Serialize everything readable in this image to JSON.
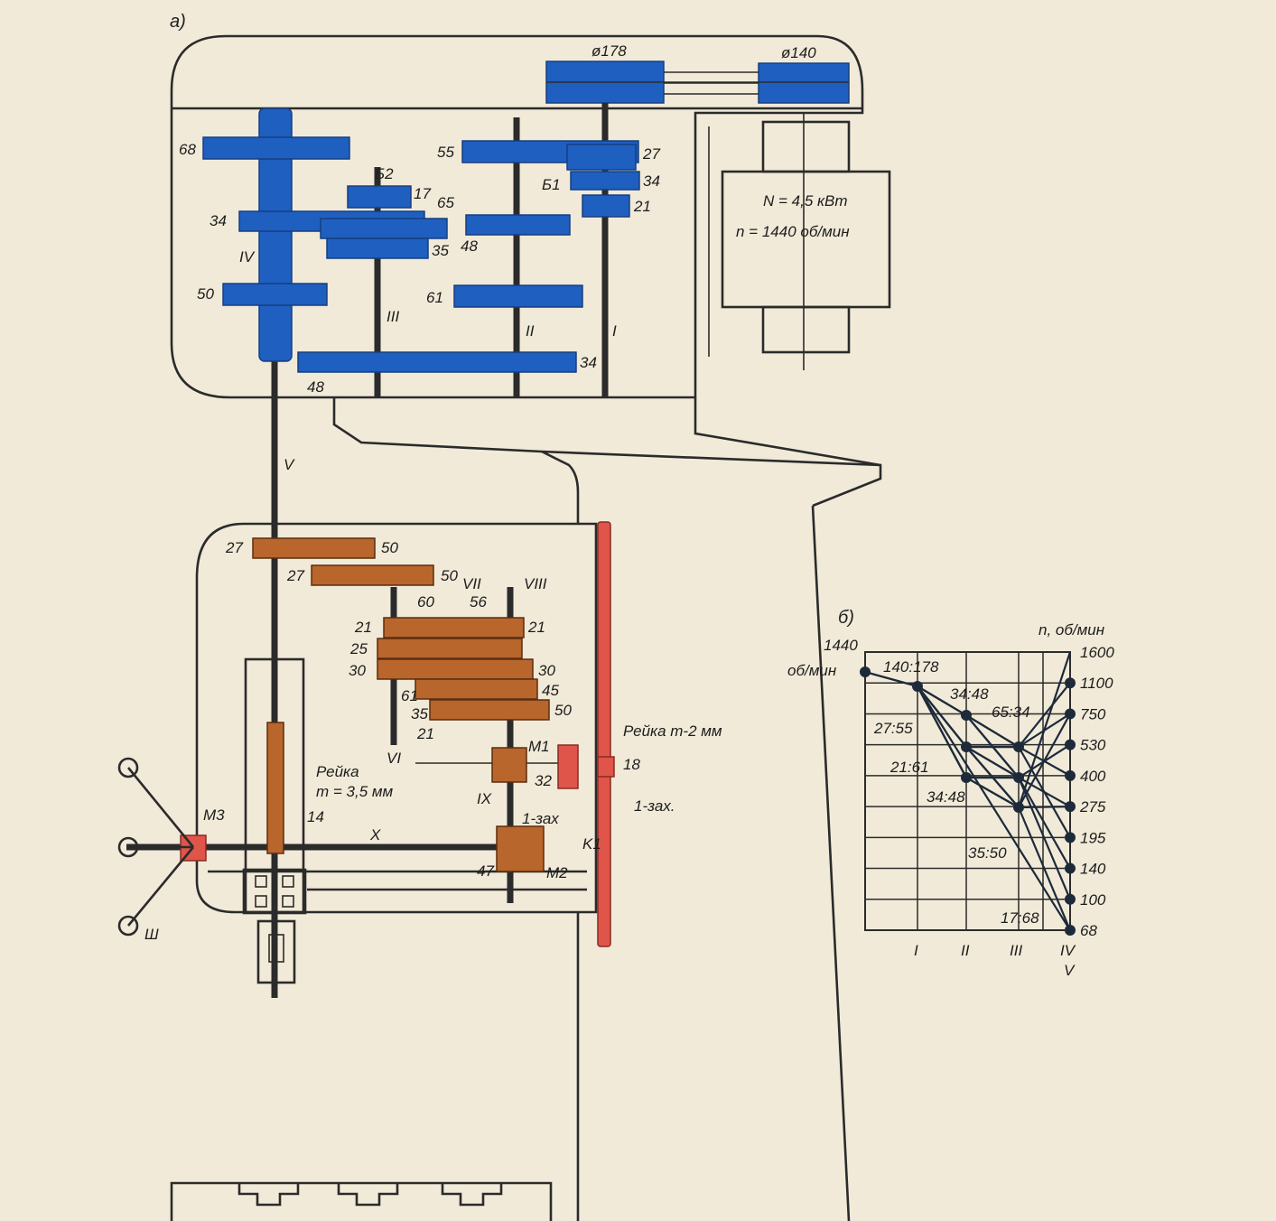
{
  "panel_labels": {
    "a": "а)",
    "b": "б)"
  },
  "motor": {
    "power": "N = 4,5 кВт",
    "speed": "n = 1440 об/мин"
  },
  "pulleys": {
    "p1": "ø178",
    "p2": "ø140"
  },
  "gearbox_labels": {
    "g68": "68",
    "g34a": "34",
    "g50a": "50",
    "g48": "48",
    "g17": "17",
    "g65": "65",
    "g35": "35",
    "b2": "Б2",
    "g55": "55",
    "g48b": "48",
    "g61": "61",
    "g34b": "34",
    "g27": "27",
    "g34c": "34",
    "g21": "21",
    "b1": "Б1"
  },
  "shaft_labels": {
    "I": "I",
    "II": "II",
    "III": "III",
    "IV": "IV",
    "V": "V",
    "VI": "VI",
    "VII": "VII",
    "VIII": "VIII",
    "IX": "IX",
    "X": "X",
    "W": "Ш"
  },
  "feed_labels": {
    "f27a": "27",
    "f50a": "50",
    "f27b": "27",
    "f50b": "50",
    "f60": "60",
    "f56": "56",
    "r21": "21",
    "r25": "25",
    "r30": "30",
    "r61": "61",
    "r35": "35",
    "r21b": "21",
    "r30b": "30",
    "r45": "45",
    "r50": "50",
    "r21c": "21",
    "m1": "M1",
    "m2": "M2",
    "m3": "M3",
    "g32": "32",
    "g18": "18",
    "g14": "14",
    "g47": "47",
    "k1": "K1",
    "rack1": "Рейка m-2 мм",
    "rack2a": "Рейка",
    "rack2b": "m = 3,5 мм",
    "one_start1": "1-зах",
    "one_start2": "1-зах."
  },
  "chart": {
    "input_speed": "1440",
    "input_unit": "об/мин",
    "axis_title": "n, об/мин",
    "speeds": [
      "1600",
      "1100",
      "750",
      "530",
      "400",
      "275",
      "195",
      "140",
      "100",
      "68"
    ],
    "shafts": [
      "I",
      "II",
      "III",
      "IV",
      "V"
    ],
    "ratios": {
      "r140_178": "140:178",
      "r27_55": "27:55",
      "r21_61": "21:61",
      "r34_48a": "34:48",
      "r65_34": "65:34",
      "r34_48b": "34:48",
      "r35_50": "35:50",
      "r17_68": "17:68"
    }
  },
  "chart_data": {
    "type": "ray-diagram",
    "input_speed_rpm": 1440,
    "output_speeds_rpm": [
      1600,
      1100,
      750,
      530,
      400,
      275,
      195,
      140,
      100,
      68
    ],
    "shafts": [
      "I",
      "II",
      "III",
      "IV",
      "V"
    ],
    "ratios": [
      "140:178",
      "27:55",
      "21:61",
      "34:48",
      "65:34",
      "34:48",
      "35:50",
      "17:68"
    ]
  },
  "colors": {
    "spindle_gears": "#1f5fbf",
    "feed_gears": "#b8662c",
    "rack": "#e0554a"
  }
}
